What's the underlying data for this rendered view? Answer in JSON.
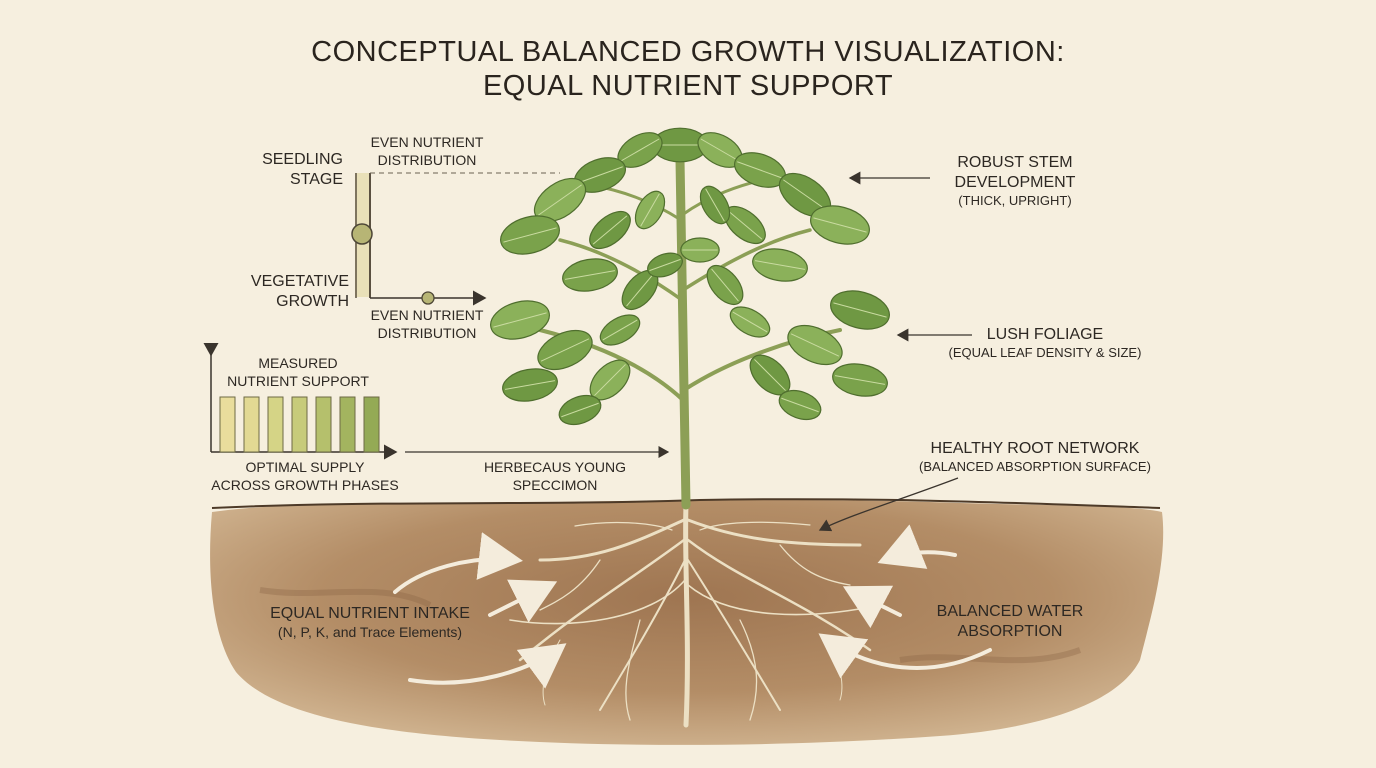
{
  "title": {
    "line1": "CONCEPTUAL BALANCED GROWTH VISUALIZATION:",
    "line2": "EQUAL NUTRIENT SUPPORT"
  },
  "timeline": {
    "stage1": [
      "SEEDLING",
      "STAGE"
    ],
    "stage2": [
      "VEGETATIVE",
      "GROWTH"
    ],
    "note1": [
      "EVEN NUTRIENT",
      "DISTRIBUTION"
    ],
    "note2": [
      "EVEN NUTRIENT",
      "DISTRIBUTION"
    ]
  },
  "bar_chart": {
    "label": [
      "MEASURED",
      "NUTRIENT SUPPORT"
    ],
    "caption": [
      "OPTIMAL SUPPLY",
      "ACROSS GROWTH PHASES"
    ],
    "bars": [
      1,
      1,
      1,
      1,
      1,
      1,
      1
    ],
    "colors": [
      "#e9dd9c",
      "#e2d993",
      "#d5d486",
      "#c7cb7a",
      "#b5c06c",
      "#a3b45f",
      "#94aa55"
    ]
  },
  "specimen": [
    "HERBECAUS YOUNG",
    "SPECCIMON"
  ],
  "stem": {
    "title": [
      "ROBUST STEM",
      "DEVELOPMENT"
    ],
    "note": "(THICK, UPRIGHT)"
  },
  "foliage": {
    "title": "LUSH FOLIAGE",
    "note": "(EQUAL LEAF DENSITY & SIZE)"
  },
  "roots": {
    "title": "HEALTHY ROOT NETWORK",
    "note": "(BALANCED ABSORPTION SURFACE)"
  },
  "nutrient_intake": {
    "title": "EQUAL NUTRIENT INTAKE",
    "note": "(N, P, K, and Trace Elements)"
  },
  "water": [
    "BALANCED WATER",
    "ABSORPTION"
  ],
  "colors": {
    "background": "#f6efdf",
    "soil": "#a87b55",
    "leaf": "#7aa24b",
    "stem": "#8ea159",
    "root": "#e6d6b4",
    "ink": "#2b2621"
  }
}
